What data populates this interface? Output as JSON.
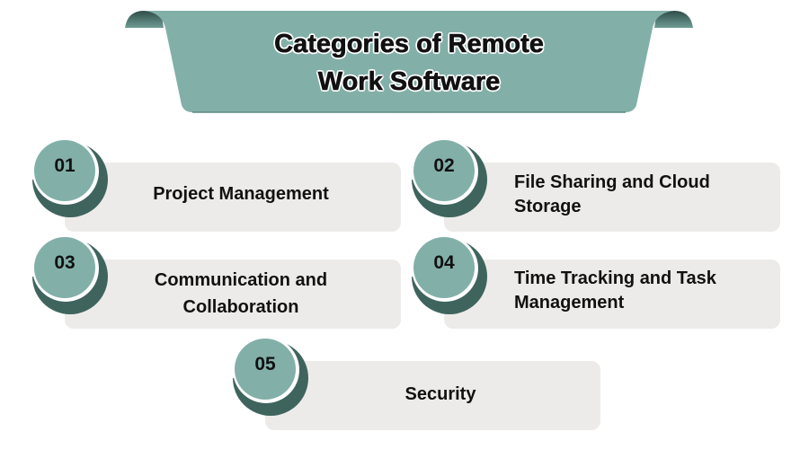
{
  "title": {
    "line1": "Categories of Remote",
    "line2": "Work Software"
  },
  "colors": {
    "banner": "#82b0a9",
    "banner_dark": "#3f645e",
    "card": "#edebe9",
    "circle": "#82b0a9",
    "arc": "#3f645e"
  },
  "items": [
    {
      "number": "01",
      "label": "Project Management"
    },
    {
      "number": "02",
      "label_line1": "File Sharing and Cloud",
      "label_line2": "Storage"
    },
    {
      "number": "03",
      "label_line1": "Communication and",
      "label_line2": "Collaboration"
    },
    {
      "number": "04",
      "label_line1": "Time Tracking and Task",
      "label_line2": "Management"
    },
    {
      "number": "05",
      "label": "Security"
    }
  ]
}
